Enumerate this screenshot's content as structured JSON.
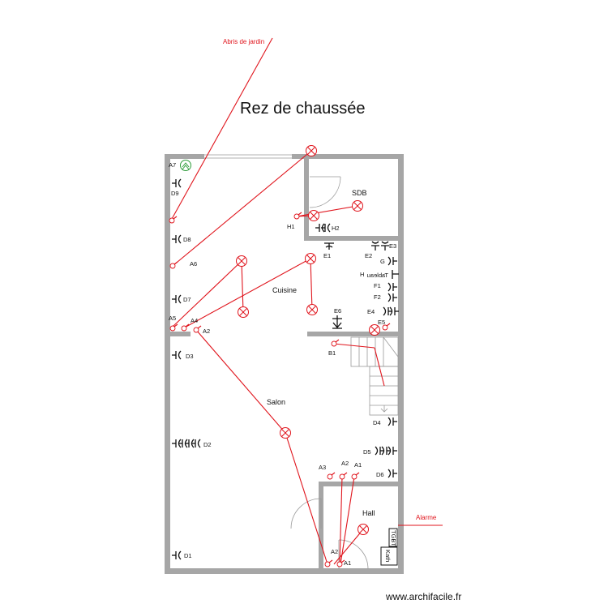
{
  "title": "Rez de chaussée",
  "rooms": {
    "sdb": "SDB",
    "cuisine": "Cuisine",
    "salon": "Salon",
    "hall": "Hall"
  },
  "annotations": {
    "abris": "Abris de jardin",
    "alarme": "Alarme"
  },
  "labels": {
    "A7": "A7",
    "D9": "D9",
    "D8": "D8",
    "A6": "A6",
    "D7": "D7",
    "A5": "A5",
    "A4": "A4",
    "A2_salon": "A2",
    "D3": "D3",
    "D2": "D2",
    "D1": "D1",
    "H1": "H1",
    "H2": "H2",
    "E1": "E1",
    "E2": "E2",
    "E3": "E3",
    "G": "G",
    "H": "H",
    "F1": "F1",
    "F2": "F2",
    "E4": "E4",
    "E5": "E5",
    "E6": "E6",
    "B1": "B1",
    "D4": "D4",
    "D5": "D5",
    "D6": "D6",
    "A3": "A3",
    "A2_hall": "A2",
    "A1_hall": "A1",
    "A2_entry": "A2",
    "A1_entry": "A1"
  },
  "equipment": {
    "tableau": "Tableau",
    "tgbt": "TGBT",
    "kath": "Kath"
  },
  "watermark": "www.archifacile.fr",
  "colors": {
    "wire": "#e0141c",
    "wall": "#a6a6a6",
    "detector": "#2e9c3a"
  }
}
